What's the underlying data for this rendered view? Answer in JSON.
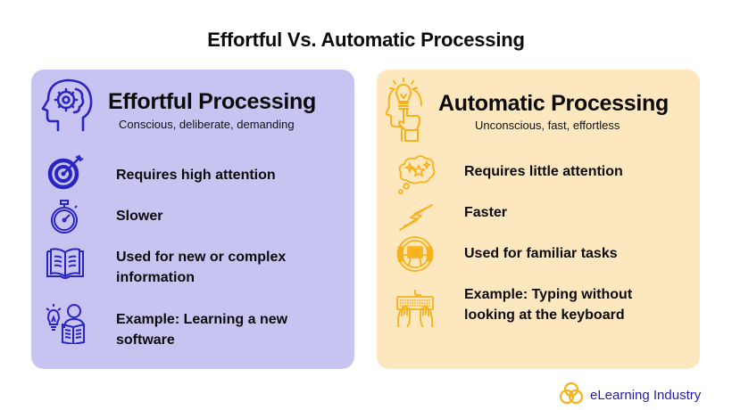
{
  "title": "Effortful Vs. Automatic Processing",
  "colors": {
    "effortful_bg": "#c8c4f2",
    "effortful_icon": "#2b24c4",
    "automatic_bg": "#fde7bf",
    "automatic_icon": "#f7b21b",
    "brand_text": "#2420a8"
  },
  "effortful": {
    "title": "Effortful Processing",
    "subtitle": "Conscious, deliberate, demanding",
    "header_icon": "head-gear-brain-icon",
    "items": [
      {
        "icon": "target-icon",
        "text": "Requires high attention"
      },
      {
        "icon": "stopwatch-icon",
        "text": "Slower"
      },
      {
        "icon": "open-book-icon",
        "text_line1": "Used for new or complex",
        "text_line2": "information"
      },
      {
        "icon": "learner-lightbulb-book-icon",
        "text_line1": "Example: Learning a new",
        "text_line2": "software"
      }
    ]
  },
  "automatic": {
    "title": "Automatic Processing",
    "subtitle": "Unconscious, fast, effortless",
    "header_icon": "head-lightbulb-hand-icon",
    "items": [
      {
        "icon": "thought-bubble-stars-icon",
        "text": "Requires little attention"
      },
      {
        "icon": "lightning-icon",
        "text": "Faster"
      },
      {
        "icon": "steering-wheel-icon",
        "text": "Used for familiar tasks"
      },
      {
        "icon": "keyboard-hands-icon",
        "text_line1": "Example: Typing without",
        "text_line2": "looking at the keyboard"
      }
    ]
  },
  "brand": {
    "name": "eLearning Industry",
    "icon": "elearning-industry-logo-icon"
  }
}
